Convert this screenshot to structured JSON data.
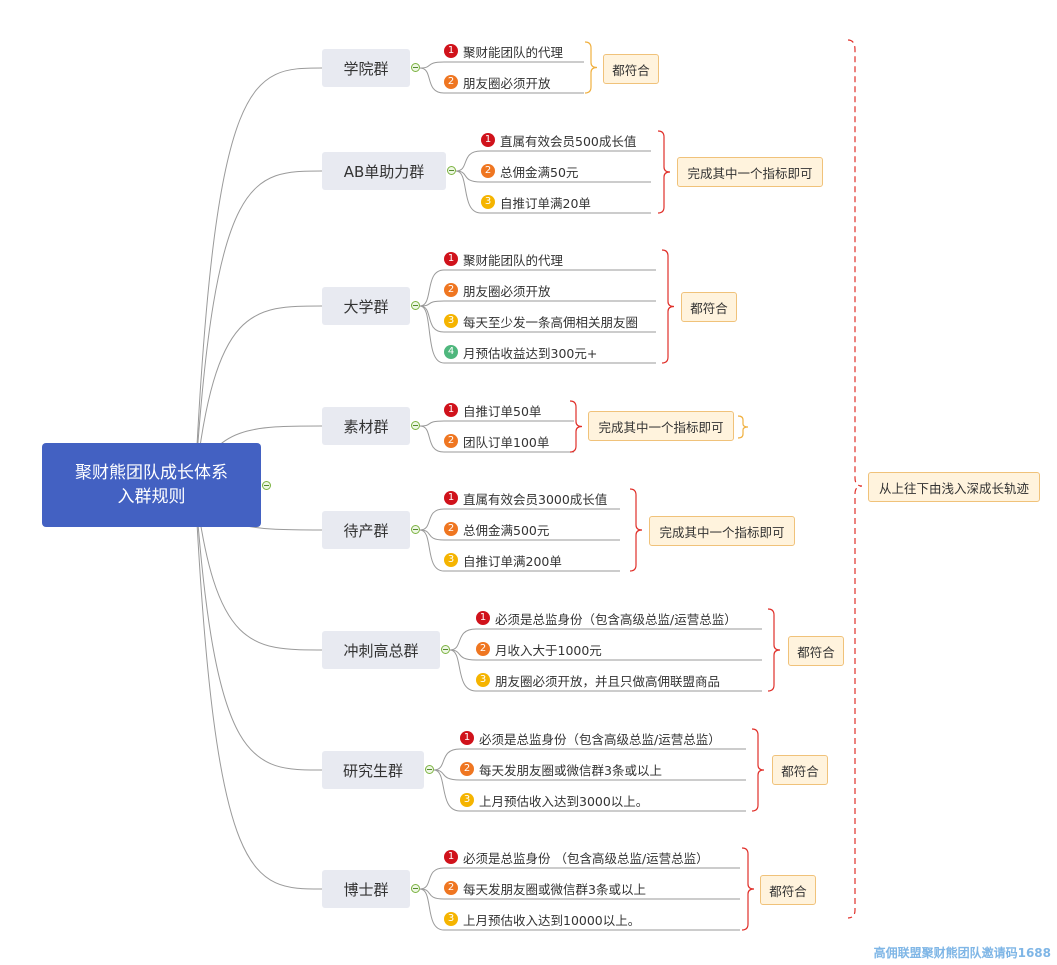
{
  "root_title_line1": "聚财熊团队成长体系",
  "root_title_line2": "入群规则",
  "overall_note": "从上往下由浅入深成长轨迹",
  "watermark": "高佣联盟聚财熊团队邀请码1688",
  "colors": {
    "root": "#4361c2",
    "badge_1": "#d0121b",
    "badge_2": "#ef7621",
    "badge_3": "#f5b400",
    "badge_4": "#4fb77d",
    "bracket_orange": "#f0b040",
    "bracket_red": "#e0302a"
  },
  "groups": [
    {
      "name": "学院群",
      "summary": "都符合",
      "items": [
        {
          "num": "1",
          "text": "聚财能团队的代理"
        },
        {
          "num": "2",
          "text": "朋友圈必须开放"
        }
      ]
    },
    {
      "name": "AB单助力群",
      "summary": "完成其中一个指标即可",
      "items": [
        {
          "num": "1",
          "text": "直属有效会员500成长值"
        },
        {
          "num": "2",
          "text": "总佣金满50元"
        },
        {
          "num": "3",
          "text": "自推订单满20单"
        }
      ]
    },
    {
      "name": "大学群",
      "summary": "都符合",
      "items": [
        {
          "num": "1",
          "text": "聚财能团队的代理"
        },
        {
          "num": "2",
          "text": "朋友圈必须开放"
        },
        {
          "num": "3",
          "text": "每天至少发一条高佣相关朋友圈"
        },
        {
          "num": "4",
          "text": "月预估收益达到300元+"
        }
      ]
    },
    {
      "name": "素材群",
      "summary": "完成其中一个指标即可",
      "items": [
        {
          "num": "1",
          "text": "自推订单50单"
        },
        {
          "num": "2",
          "text": "团队订单100单"
        }
      ]
    },
    {
      "name": "待产群",
      "summary": "完成其中一个指标即可",
      "items": [
        {
          "num": "1",
          "text": "直属有效会员3000成长值"
        },
        {
          "num": "2",
          "text": "总佣金满500元"
        },
        {
          "num": "3",
          "text": "自推订单满200单"
        }
      ]
    },
    {
      "name": "冲刺高总群",
      "summary": "都符合",
      "items": [
        {
          "num": "1",
          "text": "必须是总监身份（包含高级总监/运营总监）"
        },
        {
          "num": "2",
          "text": "月收入大于1000元"
        },
        {
          "num": "3",
          "text": "朋友圈必须开放，并且只做高佣联盟商品"
        }
      ]
    },
    {
      "name": "研究生群",
      "summary": "都符合",
      "items": [
        {
          "num": "1",
          "text": "必须是总监身份（包含高级总监/运营总监）"
        },
        {
          "num": "2",
          "text": "每天发朋友圈或微信群3条或以上"
        },
        {
          "num": "3",
          "text": "上月预估收入达到3000以上。"
        }
      ]
    },
    {
      "name": "博士群",
      "summary": "都符合",
      "items": [
        {
          "num": "1",
          "text": "必须是总监身份  （包含高级总监/运营总监）"
        },
        {
          "num": "2",
          "text": "每天发朋友圈或微信群3条或以上"
        },
        {
          "num": "3",
          "text": "上月预估收入达到10000以上。"
        }
      ]
    }
  ]
}
